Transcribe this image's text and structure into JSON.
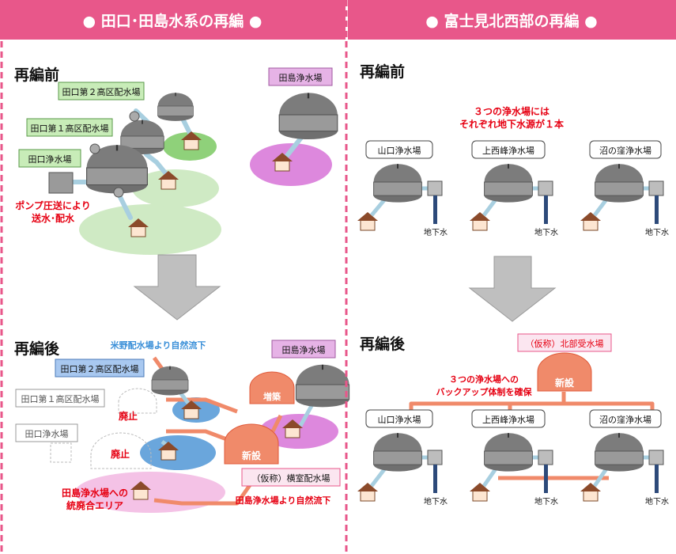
{
  "left_panel": {
    "title": "● 田口･田島水系の再編 ●",
    "before_label": "再編前",
    "after_label": "再編後",
    "before": {
      "taguchi_2": "田口第２高区配水場",
      "taguchi_1": "田口第１高区配水場",
      "taguchi_plant": "田口浄水場",
      "tajima_plant": "田島浄水場",
      "pump_note": [
        "ポンプ圧送により",
        "送水･配水"
      ]
    },
    "after": {
      "yoneno_note": "米野配水場より自然流下",
      "tajima_plant": "田島浄水場",
      "taguchi_2": "田口第２高区配水場",
      "taguchi_1": "田口第１高区配水場",
      "taguchi_plant": "田口浄水場",
      "expansion": "増築",
      "abolish_1": "廃止",
      "abolish_2": "廃止",
      "new_facility": "新設",
      "yokomuro": "（仮称）横室配水場",
      "merge_area": [
        "田島浄水場への",
        "統廃合エリア"
      ],
      "tajima_flow_note": "田島浄水場より自然流下"
    }
  },
  "right_panel": {
    "title": "● 富士見北西部の再編 ●",
    "before_label": "再編前",
    "after_label": "再編後",
    "before": {
      "note": [
        "３つの浄水場には",
        "それぞれ地下水源が１本"
      ],
      "plants": [
        "山口浄水場",
        "上西峰浄水場",
        "沼の窪浄水場"
      ],
      "groundwater": "地下水"
    },
    "after": {
      "hokubu": "（仮称）北部受水場",
      "backup_note": [
        "３つの浄水場への",
        "バックアップ体制を確保"
      ],
      "new_facility": "新設",
      "plants": [
        "山口浄水場",
        "上西峰浄水場",
        "沼の窪浄水場"
      ],
      "groundwater": "地下水"
    }
  },
  "colors": {
    "header": "#e8578a",
    "divider": "#e8578a",
    "tank": "#9a9a9a",
    "new_tank": "#f08a6a",
    "pipe_blue": "#a8cfe0",
    "pipe_red": "#f08a6a",
    "green_area": "#cfeac4",
    "green_area_dark": "#8fd17a",
    "pink_area": "#dd88dd",
    "blue_area": "#6aa6dc",
    "label_green": "#c8ecb8",
    "label_pink": "#e6b3e6",
    "label_blue": "#a8c8f0",
    "alert_red": "#e60012",
    "note_blue": "#3a8fd8"
  }
}
